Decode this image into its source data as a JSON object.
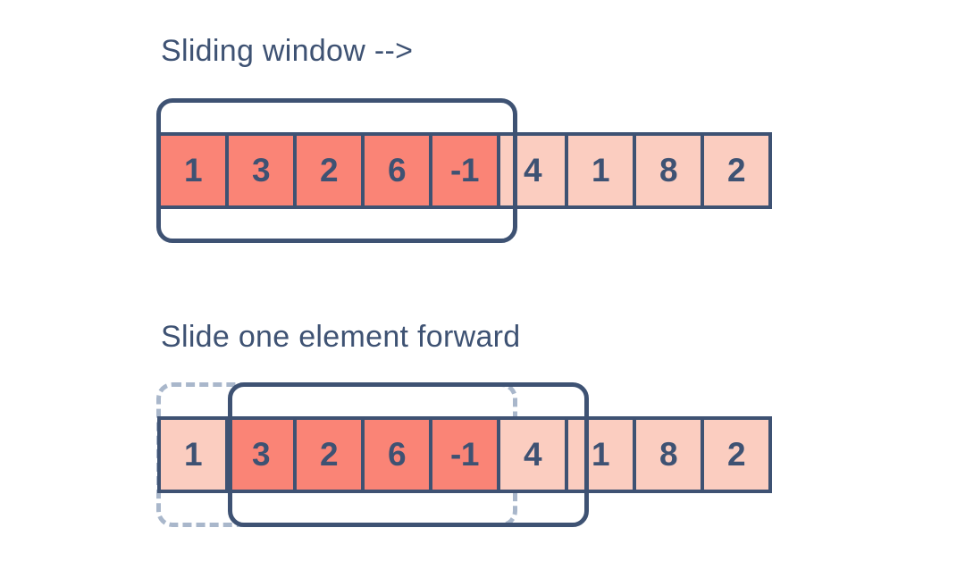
{
  "colors": {
    "background": "#ffffff",
    "ink": "#3e5273",
    "cell_active": "#fa8476",
    "cell_inactive": "#fbcdc0",
    "window_previous": "#a9b7cb"
  },
  "panels": [
    {
      "caption": "Sliding window -->",
      "array": {
        "values": [
          "1",
          "3",
          "2",
          "6",
          "-1",
          "4",
          "1",
          "8",
          "2"
        ],
        "highlighted": [
          true,
          true,
          true,
          true,
          true,
          false,
          false,
          false,
          false
        ]
      },
      "windows": [
        {
          "style": "solid",
          "covers_indices": [
            0,
            1,
            2,
            3,
            4
          ]
        }
      ]
    },
    {
      "caption": "Slide one element forward",
      "array": {
        "values": [
          "1",
          "3",
          "2",
          "6",
          "-1",
          "4",
          "1",
          "8",
          "2"
        ],
        "highlighted": [
          false,
          true,
          true,
          true,
          true,
          false,
          false,
          false,
          false
        ]
      },
      "windows": [
        {
          "style": "dashed",
          "covers_indices": [
            0,
            1,
            2,
            3,
            4
          ]
        },
        {
          "style": "solid",
          "covers_indices": [
            1,
            2,
            3,
            4,
            5
          ]
        }
      ]
    }
  ]
}
